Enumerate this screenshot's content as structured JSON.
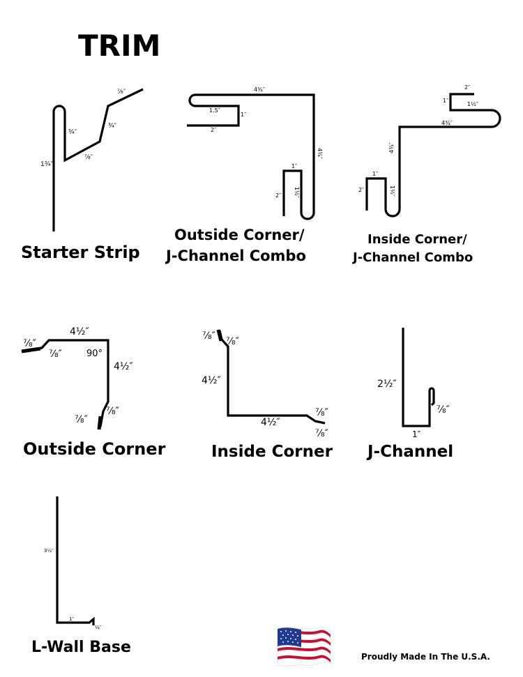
{
  "title": "TRIM",
  "footer": "Proudly Made In The U.S.A.",
  "flag_icon": "usa-flag-icon",
  "colors": {
    "ink": "#000000",
    "flag_red": "#c8102e",
    "flag_blue": "#1f3a93",
    "background": "#ffffff"
  },
  "items": {
    "starter_strip": {
      "label": "Starter Strip",
      "dims": {
        "top_lip": "⅞″",
        "upper_slope": "¾″",
        "inner_leg": "¾″",
        "bottom": "⅞″",
        "height": "1¾″"
      }
    },
    "oc_jc_combo": {
      "label_line1": "Outside Corner/",
      "label_line2": "J-Channel Combo",
      "dims": {
        "top": "4¾″",
        "return_depth": "1.5″",
        "return_lip": "1″",
        "return_bottom": "2″",
        "right_leg": "4¾″",
        "j_top": "1″",
        "j_height": "2″",
        "j_depth": "1½″"
      }
    },
    "ic_jc_combo": {
      "label_line1": "Inside Corner/",
      "label_line2": "J-Channel Combo",
      "dims": {
        "hook_top": "2″",
        "hook_lip": "1″",
        "hook_depth": "1½″",
        "top": "4¾″",
        "left_leg": "4¾″",
        "j_top": "1″",
        "j_height": "2″",
        "j_depth": "1½″"
      }
    },
    "outside_corner": {
      "label": "Outside Corner",
      "dims": {
        "left_lip": "⅞″",
        "left_hem": "⅞″",
        "top": "4½″",
        "angle": "90°",
        "right": "4½″",
        "bottom_hem": "⅞″",
        "bottom_lip": "⅞″"
      }
    },
    "inside_corner": {
      "label": "Inside Corner",
      "dims": {
        "top_lip": "⅞″",
        "top_hem": "⅞″",
        "left": "4½″",
        "bottom": "4½″",
        "right_hem": "⅞″",
        "right_lip": "⅞″"
      }
    },
    "j_channel": {
      "label": "J-Channel",
      "dims": {
        "height": "2½″",
        "lip": "⅞″",
        "bottom": "1″"
      }
    },
    "l_wall_base": {
      "label": "L-Wall Base",
      "dims": {
        "height": "3½″",
        "bottom": "1″",
        "lip": "¼″"
      }
    }
  }
}
